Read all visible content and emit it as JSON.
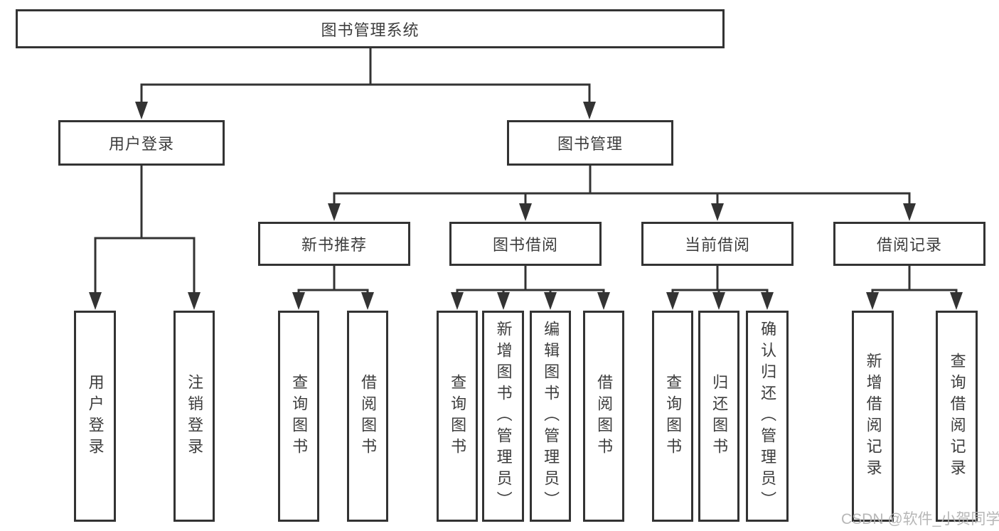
{
  "watermark": "CSDN @软件_小贺同学",
  "colors": {
    "line": "#333333",
    "text": "#3d3d3d",
    "background": "#ffffff",
    "watermark": "#afafaf"
  },
  "tree": {
    "root": {
      "label": "图书管理系统",
      "children": [
        {
          "label": "用户登录",
          "children": [
            {
              "label": "用户登录"
            },
            {
              "label": "注销登录"
            }
          ]
        },
        {
          "label": "图书管理",
          "children": [
            {
              "label": "新书推荐",
              "children": [
                {
                  "label": "查询图书"
                },
                {
                  "label": "借阅图书"
                }
              ]
            },
            {
              "label": "图书借阅",
              "children": [
                {
                  "label": "查询图书"
                },
                {
                  "label": "新增图书（管理员）"
                },
                {
                  "label": "编辑图书（管理员）"
                },
                {
                  "label": "借阅图书"
                }
              ]
            },
            {
              "label": "当前借阅",
              "children": [
                {
                  "label": "查询图书"
                },
                {
                  "label": "归还图书"
                },
                {
                  "label": "确认归还（管理员）"
                }
              ]
            },
            {
              "label": "借阅记录",
              "children": [
                {
                  "label": "新增借阅记录"
                },
                {
                  "label": "查询借阅记录"
                }
              ]
            }
          ]
        }
      ]
    }
  }
}
